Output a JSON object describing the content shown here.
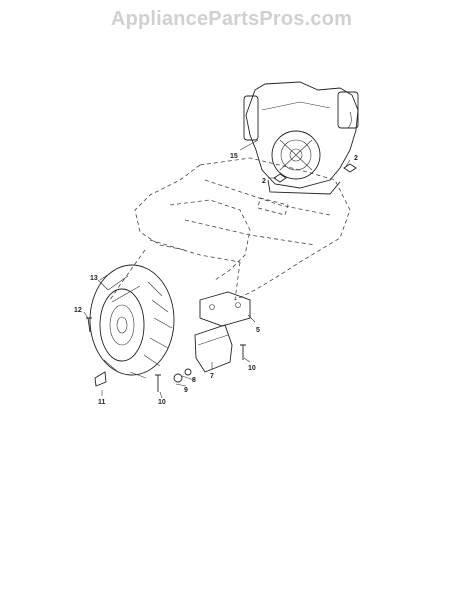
{
  "watermark": "AppliancePartsPros.com",
  "callouts": [
    "15",
    "2",
    "2",
    "13",
    "12",
    "5",
    "7",
    "10",
    "8",
    "9",
    "10",
    "11"
  ]
}
